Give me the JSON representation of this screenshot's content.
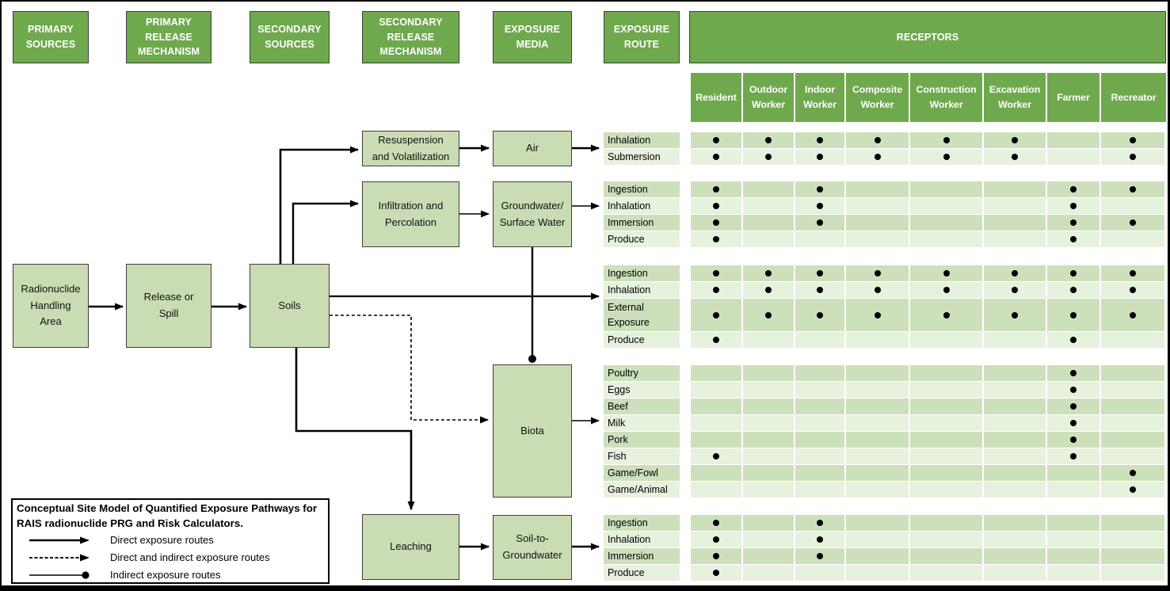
{
  "headers": {
    "primary_sources": "PRIMARY\nSOURCES",
    "primary_release_mechanism": "PRIMARY\nRELEASE\nMECHANISM",
    "secondary_sources": "SECONDARY\nSOURCES",
    "secondary_release_mechanism": "SECONDARY\nRELEASE\nMECHANISM",
    "exposure_media": "EXPOSURE\nMEDIA",
    "exposure_route": "EXPOSURE\nROUTE",
    "receptors": "RECEPTORS"
  },
  "receptor_columns": [
    "Resident",
    "Outdoor\nWorker",
    "Indoor\nWorker",
    "Composite\nWorker",
    "Construction\nWorker",
    "Excavation\nWorker",
    "Farmer",
    "Recreator"
  ],
  "flow": {
    "radionuclide_handling_area": "Radionuclide\nHandling\nArea",
    "release_or_spill": "Release or\nSpill",
    "soils": "Soils",
    "resuspension_and_volatilization": "Resuspension\nand Volatilization",
    "air": "Air",
    "infiltration_and_percolation": "Infiltration and\nPercolation",
    "groundwater_surface_water": "Groundwater/\nSurface Water",
    "biota": "Biota",
    "leaching": "Leaching",
    "soil_to_groundwater": "Soil-to-\nGroundwater"
  },
  "route_groups": [
    {
      "id": "air",
      "rows": [
        {
          "label": "Inhalation",
          "marks": [
            1,
            1,
            1,
            1,
            1,
            1,
            0,
            1
          ]
        },
        {
          "label": "Submersion",
          "marks": [
            1,
            1,
            1,
            1,
            1,
            1,
            0,
            1
          ]
        }
      ]
    },
    {
      "id": "groundwater",
      "rows": [
        {
          "label": "Ingestion",
          "marks": [
            1,
            0,
            1,
            0,
            0,
            0,
            1,
            1
          ]
        },
        {
          "label": "Inhalation",
          "marks": [
            1,
            0,
            1,
            0,
            0,
            0,
            1,
            0
          ]
        },
        {
          "label": "Immersion",
          "marks": [
            1,
            0,
            1,
            0,
            0,
            0,
            1,
            1
          ]
        },
        {
          "label": "Produce",
          "marks": [
            1,
            0,
            0,
            0,
            0,
            0,
            1,
            0
          ]
        }
      ]
    },
    {
      "id": "soil",
      "rows": [
        {
          "label": "Ingestion",
          "marks": [
            1,
            1,
            1,
            1,
            1,
            1,
            1,
            1
          ]
        },
        {
          "label": "Inhalation",
          "marks": [
            1,
            1,
            1,
            1,
            1,
            1,
            1,
            1
          ]
        },
        {
          "label": "External Exposure",
          "tall": true,
          "marks": [
            1,
            1,
            1,
            1,
            1,
            1,
            1,
            1
          ]
        },
        {
          "label": "Produce",
          "marks": [
            1,
            0,
            0,
            0,
            0,
            0,
            1,
            0
          ]
        }
      ]
    },
    {
      "id": "biota",
      "rows": [
        {
          "label": "Poultry",
          "marks": [
            0,
            0,
            0,
            0,
            0,
            0,
            1,
            0
          ]
        },
        {
          "label": "Eggs",
          "marks": [
            0,
            0,
            0,
            0,
            0,
            0,
            1,
            0
          ]
        },
        {
          "label": "Beef",
          "marks": [
            0,
            0,
            0,
            0,
            0,
            0,
            1,
            0
          ]
        },
        {
          "label": "Milk",
          "marks": [
            0,
            0,
            0,
            0,
            0,
            0,
            1,
            0
          ]
        },
        {
          "label": "Pork",
          "marks": [
            0,
            0,
            0,
            0,
            0,
            0,
            1,
            0
          ]
        },
        {
          "label": "Fish",
          "marks": [
            1,
            0,
            0,
            0,
            0,
            0,
            1,
            0
          ]
        },
        {
          "label": "Game/Fowl",
          "marks": [
            0,
            0,
            0,
            0,
            0,
            0,
            0,
            1
          ]
        },
        {
          "label": "Game/Animal",
          "marks": [
            0,
            0,
            0,
            0,
            0,
            0,
            0,
            1
          ]
        }
      ]
    },
    {
      "id": "soil_to_groundwater",
      "rows": [
        {
          "label": "Ingestion",
          "marks": [
            1,
            0,
            1,
            0,
            0,
            0,
            0,
            0
          ]
        },
        {
          "label": "Inhalation",
          "marks": [
            1,
            0,
            1,
            0,
            0,
            0,
            0,
            0
          ]
        },
        {
          "label": "Immersion",
          "marks": [
            1,
            0,
            1,
            0,
            0,
            0,
            0,
            0
          ]
        },
        {
          "label": "Produce",
          "marks": [
            1,
            0,
            0,
            0,
            0,
            0,
            0,
            0
          ]
        }
      ]
    }
  ],
  "legend": {
    "title": "Conceptual Site Model of Quantified Exposure Pathways for RAIS radionuclide PRG and Risk Calculators.",
    "items": [
      {
        "icon": "solid-arrow",
        "label": "Direct exposure routes"
      },
      {
        "icon": "dashed-arrow",
        "label": "Direct and indirect exposure routes"
      },
      {
        "icon": "dot-line",
        "label": "Indirect exposure routes"
      }
    ]
  },
  "colors": {
    "header_green": "#6fa94d",
    "box_fill": "#cadcb3",
    "row_dark": "#cde0bc",
    "row_light": "#e6f1de",
    "line": "#000000"
  }
}
